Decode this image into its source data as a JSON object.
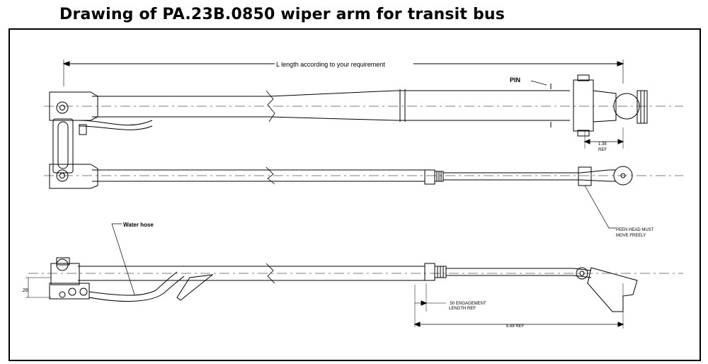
{
  "title": "Drawing of PA.23B.0850 wiper arm for transit bus",
  "labels": {
    "length": "L length according to your requirement",
    "pin": "PIN",
    "water_hose": "Water hose",
    "ref_138": "1.38",
    "ref_word": "REF",
    "peen_line1": "PEEN HEAD MUST",
    "peen_line2": "MOVE FREELY",
    "dim_26": ".26",
    "engage_line1": ".50 ENGAGEMENT",
    "engage_line2": "LENGTH REF",
    "ref_688": "6.88 REF"
  }
}
